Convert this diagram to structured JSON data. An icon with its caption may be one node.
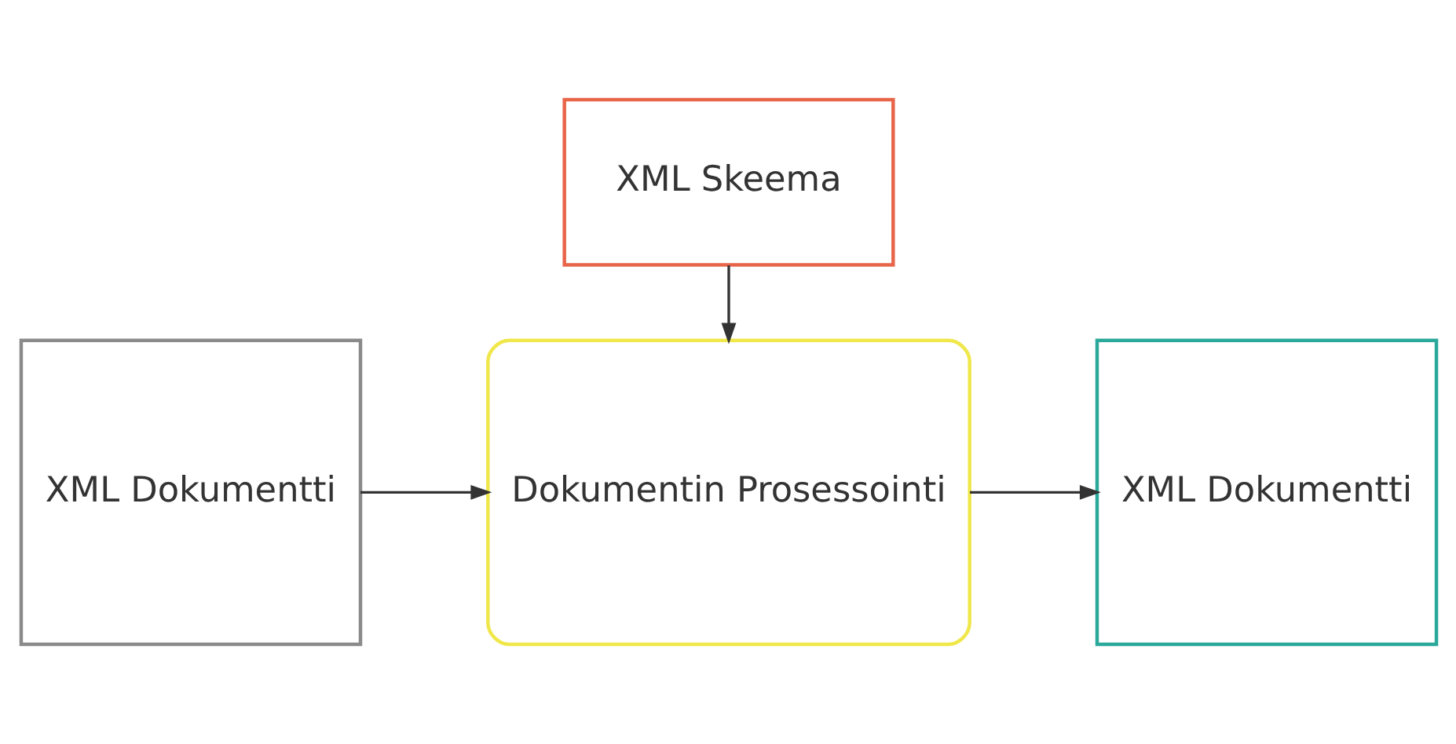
{
  "diagram": {
    "nodes": [
      {
        "text": [
          "XML Skeema"
        ]
      },
      {
        "text": [
          "XML Dokumentti"
        ]
      },
      {
        "text": [
          "Dokumentin Prosessointi"
        ]
      },
      {
        "text": [
          "XML Dokumentti"
        ]
      }
    ],
    "edges": [
      {
        "from": 0,
        "to": 2,
        "arrow": "to"
      },
      {
        "from": 1,
        "to": 2,
        "arrow": "to"
      },
      {
        "from": 2,
        "to": 3,
        "arrow": "to"
      }
    ]
  }
}
